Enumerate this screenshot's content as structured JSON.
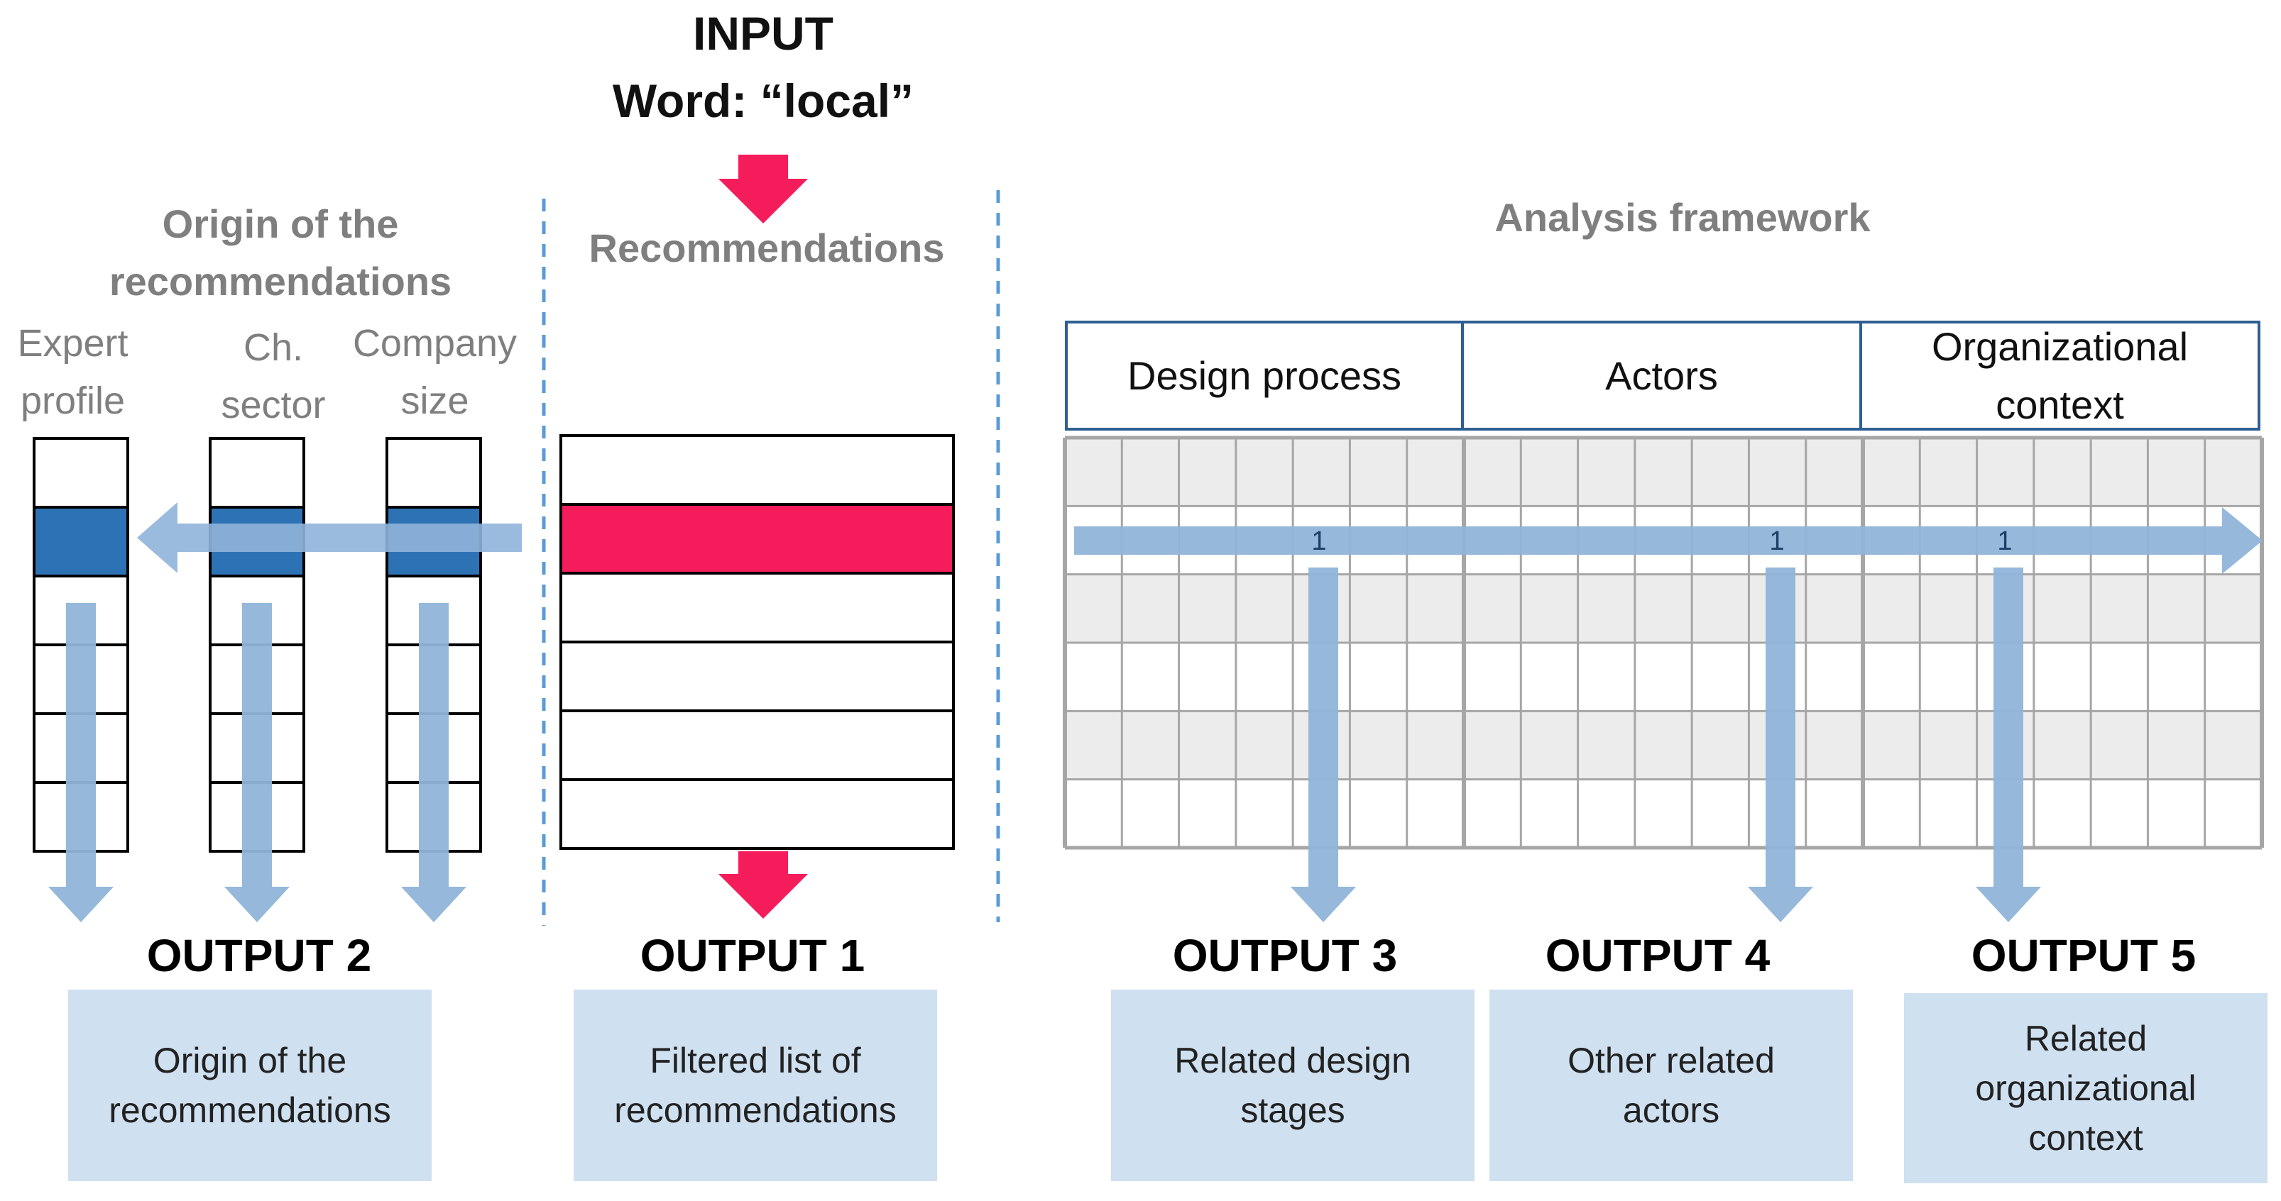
{
  "input": {
    "title": "INPUT",
    "word_line": "Word: “local”"
  },
  "sections": {
    "origin": "Origin of the\nrecommendations",
    "recommendations": "Recommendations",
    "framework": "Analysis framework"
  },
  "origin_columns": [
    {
      "label": "Expert\nprofile"
    },
    {
      "label": "Ch.\nsector"
    },
    {
      "label": "Company\nsize"
    }
  ],
  "framework_headers": [
    {
      "label": "Design process"
    },
    {
      "label": "Actors"
    },
    {
      "label": "Organizational\ncontext"
    }
  ],
  "grid_markers": [
    "1",
    "1",
    "1"
  ],
  "outputs": [
    {
      "title": "OUTPUT 2",
      "text": "Origin of the\nrecommendations"
    },
    {
      "title": "OUTPUT 1",
      "text": "Filtered list of\nrecommendations"
    },
    {
      "title": "OUTPUT 3",
      "text": "Related design\nstages"
    },
    {
      "title": "OUTPUT 4",
      "text": "Other related\nactors"
    },
    {
      "title": "OUTPUT 5",
      "text": "Related\norganizational\ncontext"
    }
  ],
  "colors": {
    "highlight_red": "#f51c5b",
    "highlight_blue": "#2e72b6",
    "arrow_blue": "#8fb4d9",
    "output_box": "#cfe0f1",
    "header_border": "#2e5f92",
    "divider": "#5b9bd5",
    "grid_shade": "#ececec"
  }
}
